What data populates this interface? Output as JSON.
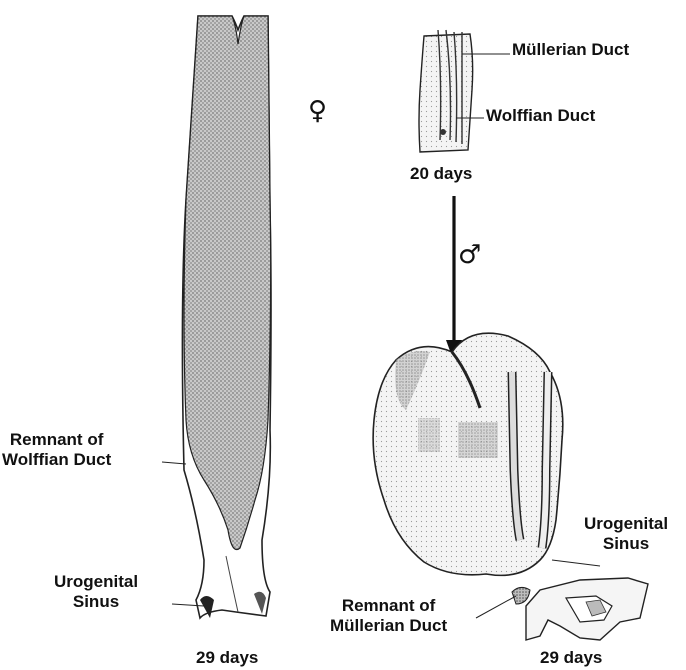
{
  "figure": {
    "left_panel": {
      "label_remnant_wolffian": "Remnant of\nWolffian Duct",
      "label_urogenital_sinus": "Urogenital\nSinus",
      "label_age": "29 days",
      "sex_symbol": "♀"
    },
    "top_right_panel": {
      "label_mullerian_duct": "Müllerian Duct",
      "label_wolffian_duct": "Wolffian Duct",
      "label_age": "20 days"
    },
    "arrow": {
      "sex_symbol": "♂"
    },
    "bottom_right_panel": {
      "label_urogenital_sinus": "Urogenital\nSinus",
      "label_remnant_mullerian": "Remnant of\nMüllerian Duct",
      "label_age": "29 days"
    }
  }
}
